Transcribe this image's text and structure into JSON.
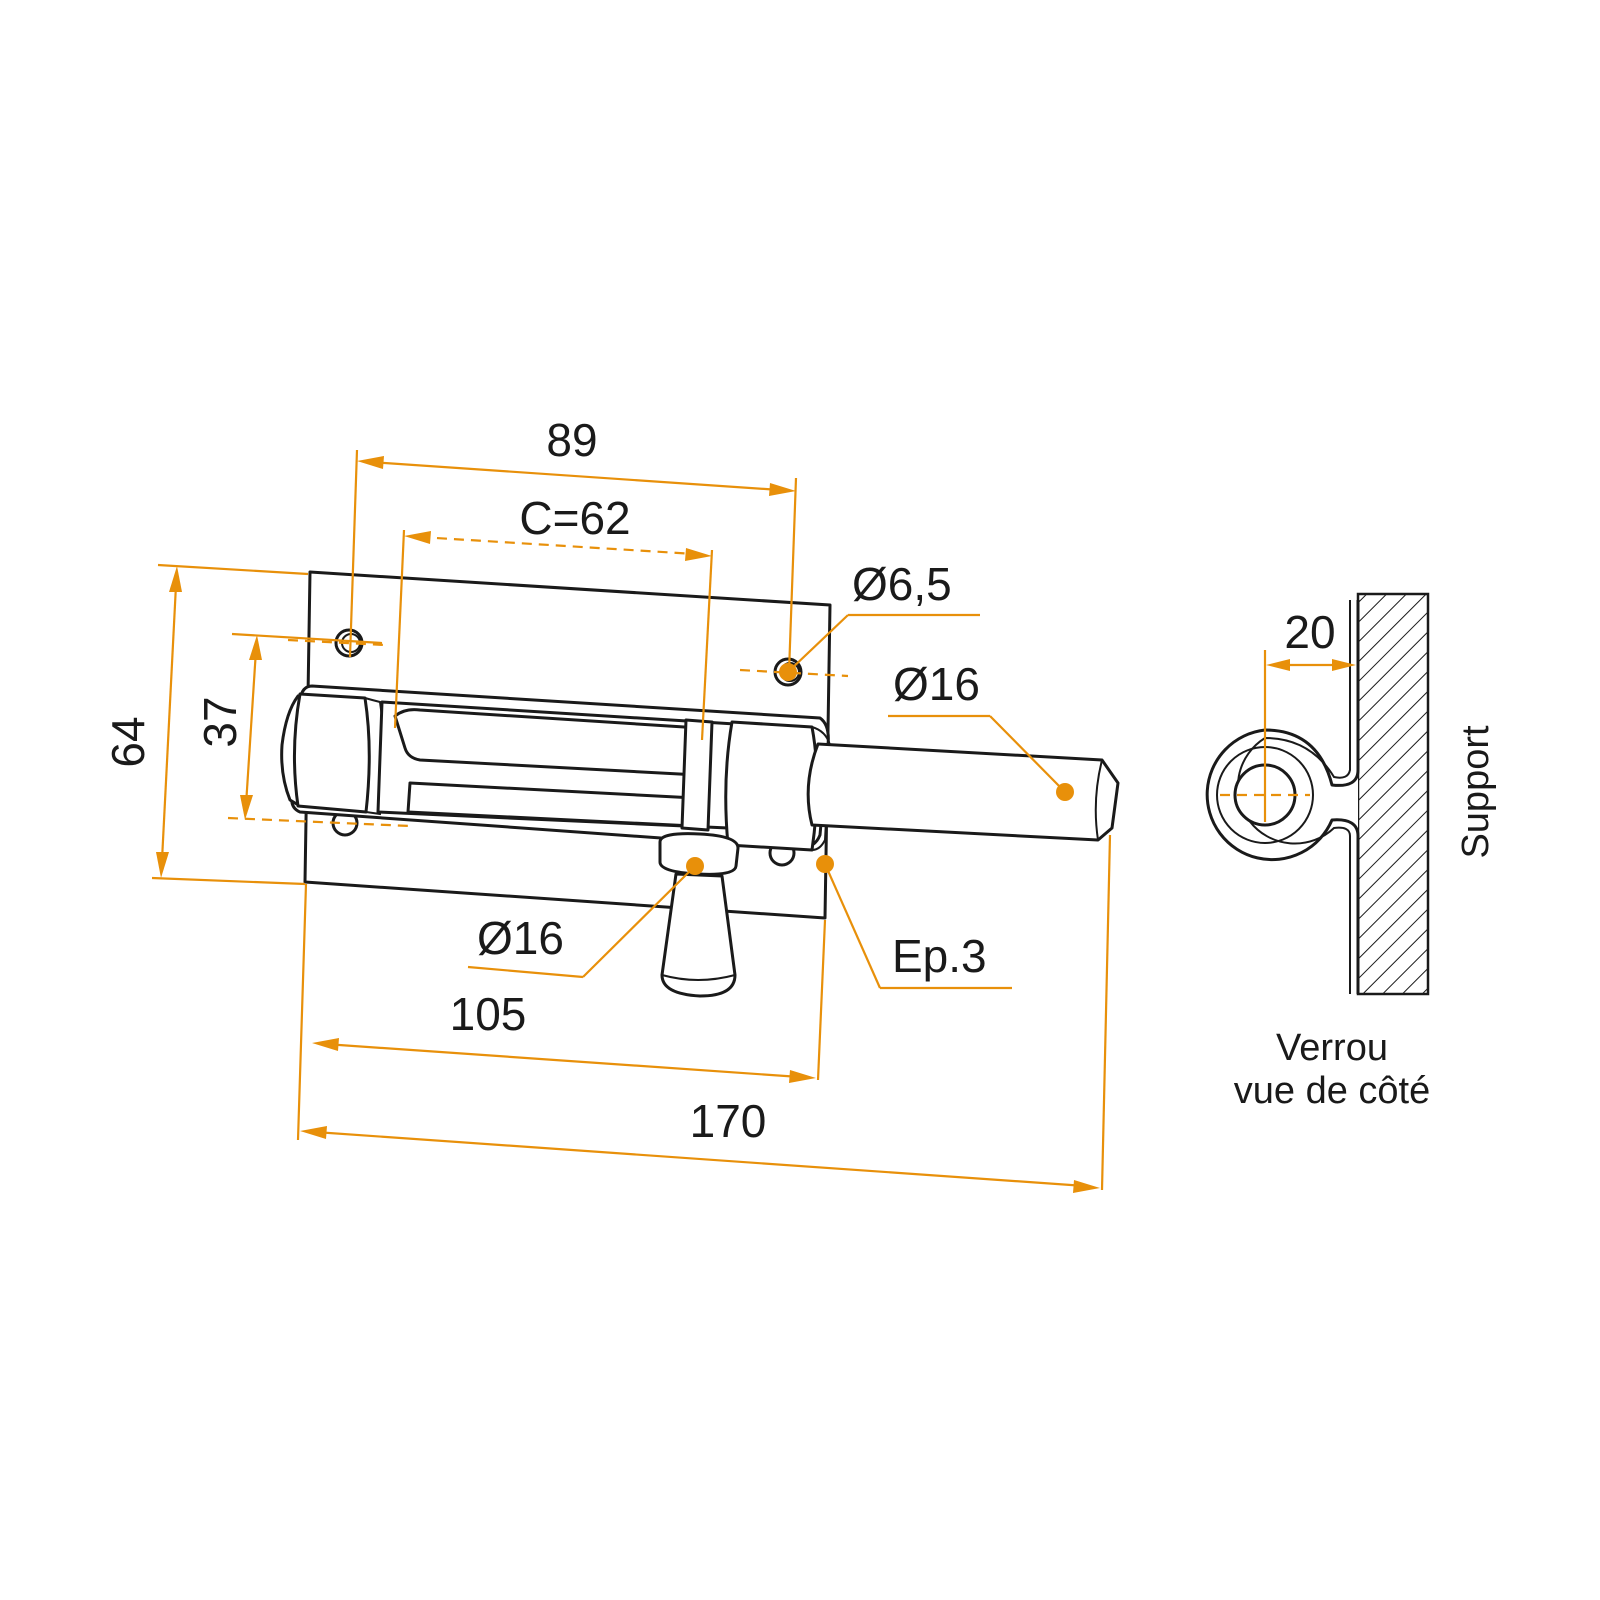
{
  "dimensions": {
    "hole_spacing": "89",
    "center_distance": "C=62",
    "hole_diameter": "Ø6,5",
    "bolt_diameter": "Ø16",
    "plate_height": "64",
    "guide_height": "37",
    "knob_diameter": "Ø16",
    "plate_thickness": "Ep.3",
    "plate_width": "105",
    "total_length": "170",
    "side_offset": "20"
  },
  "labels": {
    "support": "Support",
    "side_view_line1": "Verrou",
    "side_view_line2": "vue de côté"
  },
  "colors": {
    "dimension": "#e8900a",
    "outline": "#1a1a1a"
  }
}
